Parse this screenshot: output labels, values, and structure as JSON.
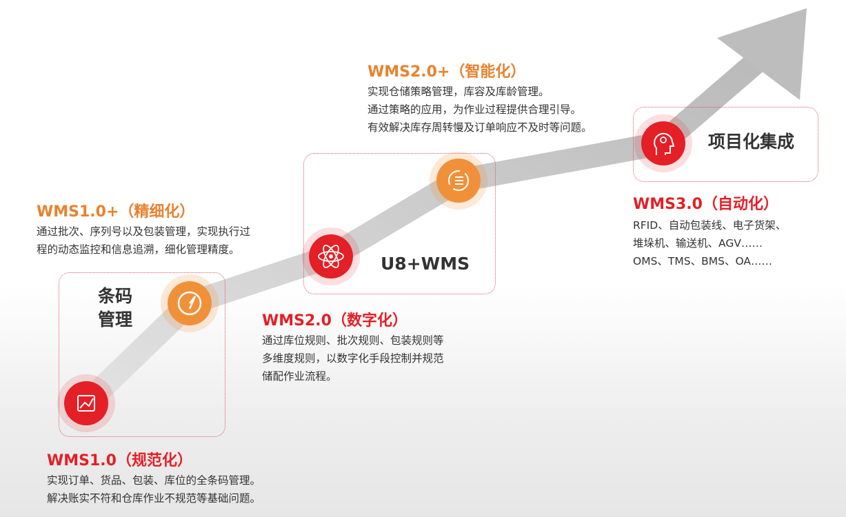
{
  "stages": [
    {
      "title": "WMS1.0（规范化）",
      "lines": [
        "实现订单、货品、包装、库位的全条码管理。",
        "解决账实不符和仓库作业不规范等基础问题。"
      ]
    },
    {
      "title": "WMS1.0+（精细化）",
      "lines": [
        "通过批次、序列号以及包装管理，实现执行过",
        "程的动态监控和信息追溯，细化管理精度。"
      ]
    },
    {
      "title": "WMS2.0（数字化）",
      "lines": [
        "通过库位规则、批次规则、包装规则等",
        "多维度规则，以数字化手段控制并规范",
        "储配作业流程。"
      ]
    },
    {
      "title": "WMS2.0+（智能化）",
      "lines": [
        "实现仓储策略管理，库容及库龄管理。",
        "通过策略的应用，为作业过程提供合理引导。",
        "有效解决库存周转慢及订单响应不及时等问题。"
      ]
    },
    {
      "title": "WMS3.0（自动化）",
      "lines": [
        "RFID、自动包装线、电子货架、",
        "堆垛机、输送机、AGV……",
        "OMS、TMS、BMS、OA……"
      ]
    }
  ],
  "groups": {
    "barcode": [
      "条码",
      "管理"
    ],
    "u8": "U8+WMS",
    "project": "项目化集成"
  },
  "colors": {
    "red": "#e41f26",
    "orange": "#f0913a",
    "arrow": "#c8c8c8"
  }
}
